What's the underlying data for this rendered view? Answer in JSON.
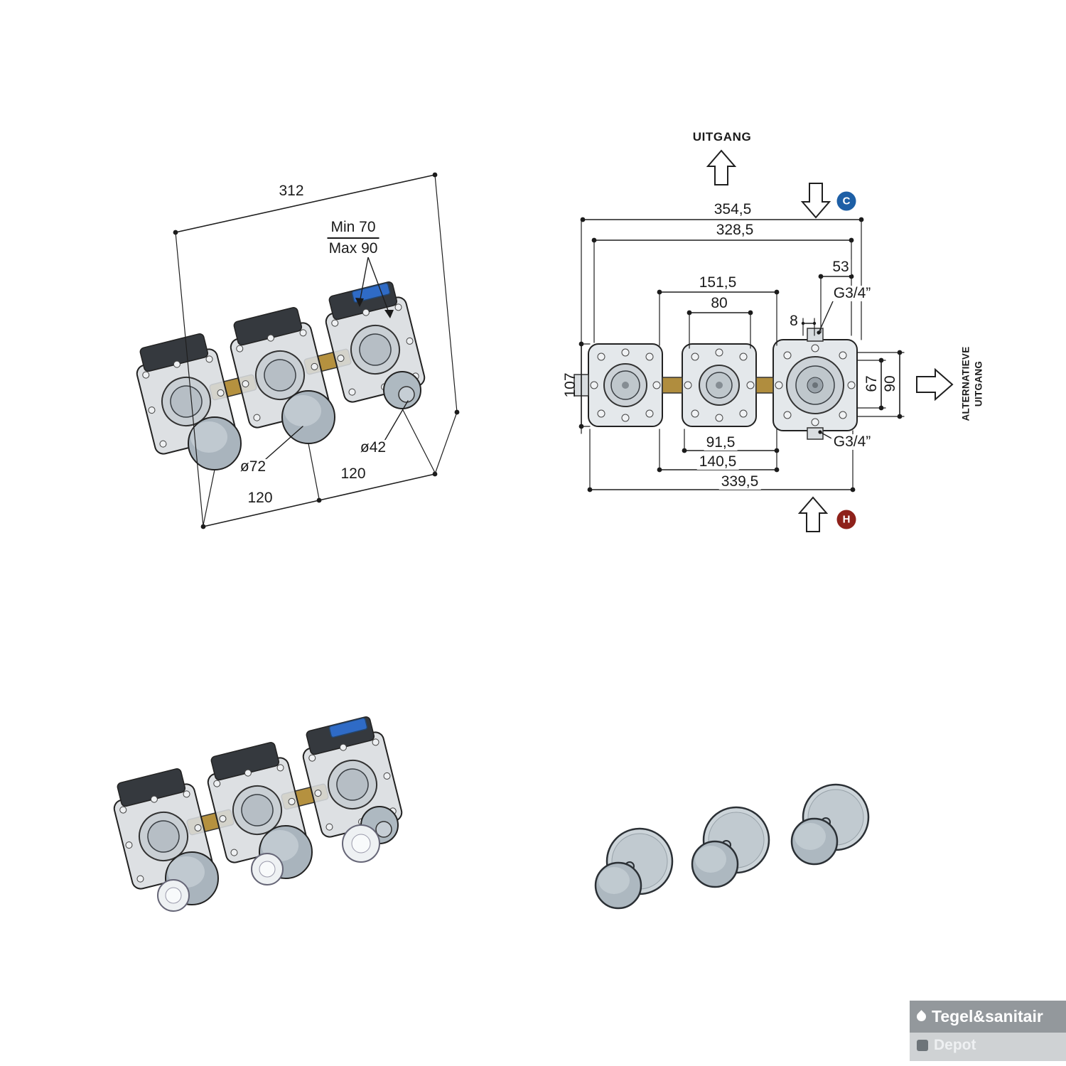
{
  "iso_top": {
    "dim_width": "312",
    "depth_min": "Min 70",
    "depth_max": "Max 90",
    "dia_large": "ø72",
    "dia_small": "ø42",
    "pitch_left": "120",
    "pitch_right": "120"
  },
  "front_view": {
    "outlet_label": "UITGANG",
    "alt_outlet_label": "ALTERNATIEVE\nUITGANG",
    "cold_label": "C",
    "hot_label": "H",
    "dims": {
      "total_width": "354,5",
      "inner_width": "328,5",
      "offset_53": "53",
      "thread_top": "G3/4”",
      "center_151": "151,5",
      "center_80": "80",
      "offset_8": "8",
      "height_107": "107",
      "height_67": "67",
      "height_90": "90",
      "bottom_91": "91,5",
      "bottom_140": "140,5",
      "bottom_339": "339,5",
      "thread_bottom": "G3/4”"
    }
  },
  "watermark": {
    "brand": "Tegel&sanitair",
    "sub": "Depot"
  }
}
